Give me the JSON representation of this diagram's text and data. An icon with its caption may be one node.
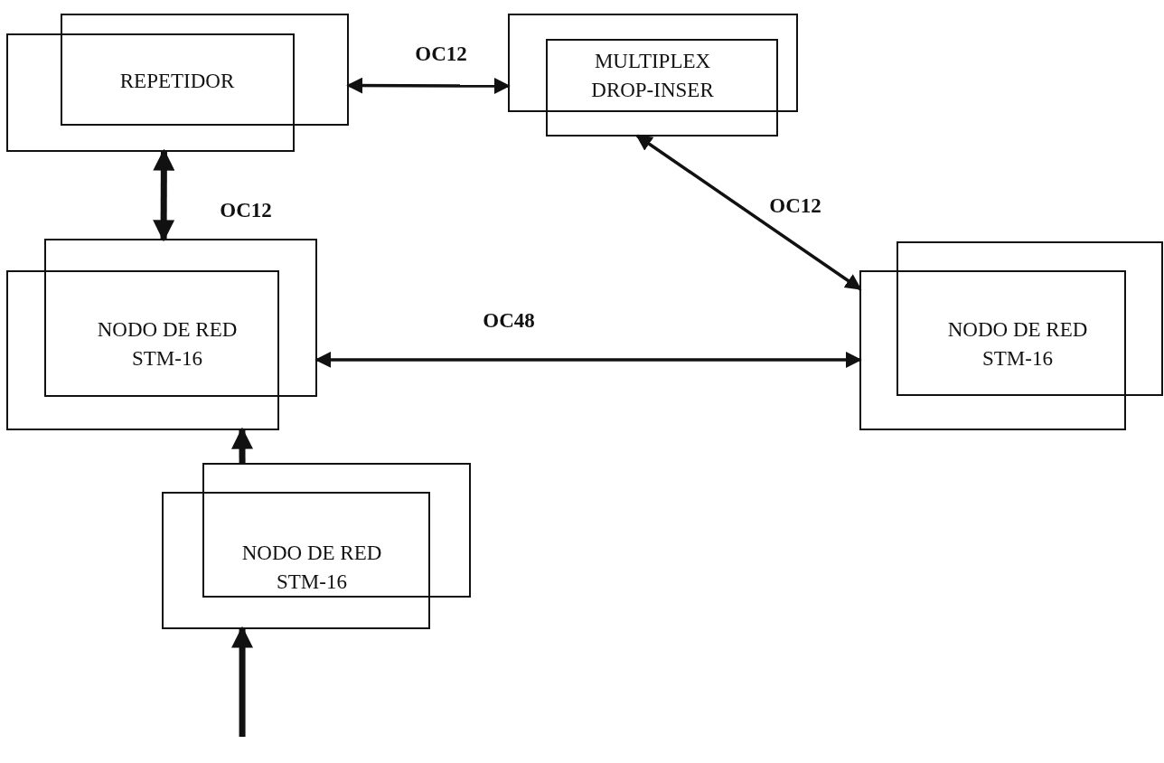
{
  "diagram": {
    "nodes": [
      {
        "text": [
          "REPETIDOR"
        ]
      },
      {
        "text": [
          "MULTIPLEX DROP-INSER"
        ]
      },
      {
        "text": [
          "NODO DE RED STM-16"
        ]
      },
      {
        "text": [
          "NODO DE RED STM-16"
        ]
      },
      {
        "text": [
          "NODO DE RED STM-16"
        ]
      }
    ],
    "edges": [
      {
        "from": 0,
        "to": 1,
        "arrow": "both",
        "label": "OC12"
      },
      {
        "from": 0,
        "to": 2,
        "arrow": "both",
        "label": "OC12",
        "style": "thick"
      },
      {
        "from": 1,
        "to": 3,
        "arrow": "both",
        "label": "OC12"
      },
      {
        "from": 2,
        "to": 3,
        "arrow": "both",
        "label": "OC48"
      },
      {
        "from": 4,
        "to": 2,
        "arrow": "to",
        "style": "thick"
      },
      {
        "from": null,
        "to": 4,
        "arrow": "to",
        "style": "thick"
      }
    ]
  }
}
